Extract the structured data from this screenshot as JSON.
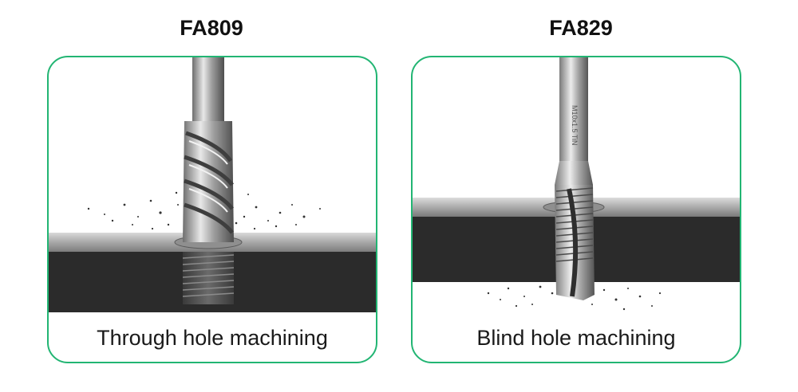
{
  "panels": [
    {
      "title": "FA809",
      "caption": "Through hole machining"
    },
    {
      "title": "FA829",
      "caption": "Blind hole machining"
    }
  ],
  "tap_shank_marking": "M10x1.5 TiN",
  "colors": {
    "frame_border": "#22b573",
    "plate_dark": "#2b2b2b",
    "plate_surface": "#b9b9b9",
    "tool_steel": "#c9c9c9"
  }
}
